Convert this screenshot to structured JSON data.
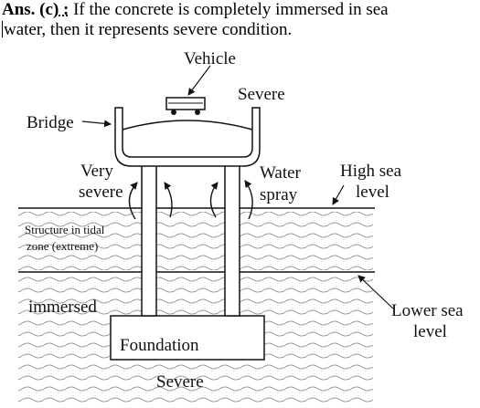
{
  "answer": {
    "label": "Ans. (c)",
    "separator": " :",
    "line1": " If the concrete is completely immersed in sea",
    "line2": "water, then it represents severe condition."
  },
  "diagram": {
    "vehicle": "Vehicle",
    "severe_top": "Severe",
    "bridge": "Bridge",
    "very_severe_line1": "Very",
    "very_severe_line2": "severe",
    "water_spray_line1": "Water",
    "water_spray_line2": "spray",
    "high_sea_line1": "High sea",
    "high_sea_line2": "level",
    "tidal_line1": "Structure in tidal",
    "tidal_line2": "zone (extreme)",
    "immersed": "immersed",
    "lower_sea_line1": "Lower sea",
    "lower_sea_line2": "level",
    "foundation": "Foundation",
    "severe_bottom": "Severe"
  }
}
